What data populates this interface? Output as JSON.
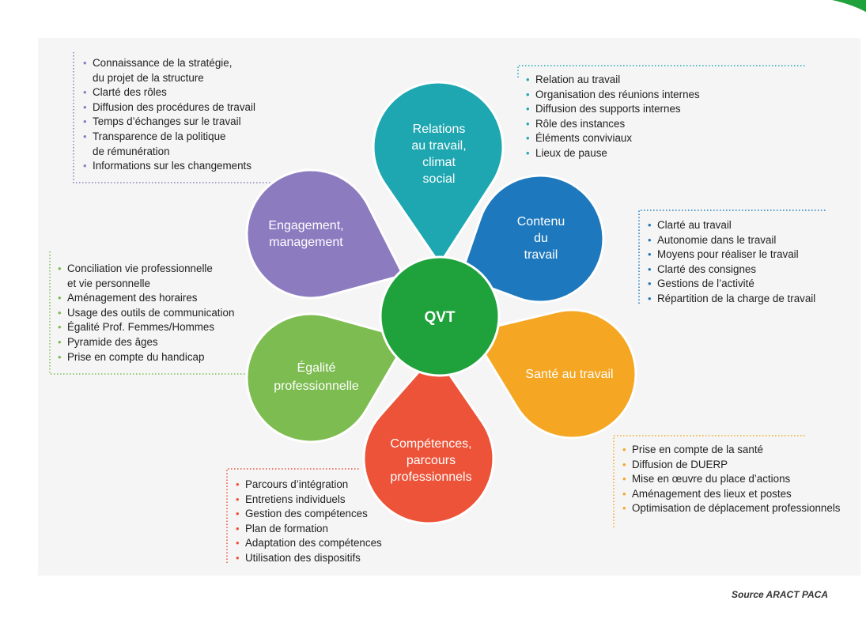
{
  "center": {
    "label": "QVT",
    "color": "#1fa13b"
  },
  "petals": [
    {
      "key": "relations",
      "color": "#1ea7b0",
      "lines": [
        "Relations",
        "au travail,",
        "climat",
        "social"
      ],
      "items": [
        "Relation au travail",
        "Organisation des réunions internes",
        "Diffusion des supports internes",
        "Rôle des instances",
        "Éléments conviviaux",
        "Lieux de pause"
      ]
    },
    {
      "key": "contenu",
      "color": "#1d78bd",
      "lines": [
        "Contenu",
        "du",
        "travail"
      ],
      "items": [
        "Clarté au travail",
        "Autonomie dans le travail",
        "Moyens pour réaliser le travail",
        "Clarté des consignes",
        "Gestions de l’activité",
        "Répartition de la charge de travail"
      ]
    },
    {
      "key": "sante",
      "color": "#f5a623",
      "lines": [
        "Santé au travail"
      ],
      "items": [
        "Prise en compte de la santé",
        "Diffusion de DUERP",
        "Mise en œuvre du place d’actions",
        "Aménagement des lieux et postes",
        "Optimisation de déplacement professionnels"
      ]
    },
    {
      "key": "competences",
      "color": "#ec5338",
      "lines": [
        "Compétences,",
        "parcours",
        "professionnels"
      ],
      "items": [
        "Parcours d’intégration",
        "Entretiens individuels",
        "Gestion des compétences",
        "Plan de formation",
        "Adaptation des compétences",
        "Utilisation des dispositifs"
      ]
    },
    {
      "key": "egalite",
      "color": "#7cbc50",
      "lines": [
        "Égalité",
        "professionnelle"
      ],
      "items": [
        "Conciliation vie professionnelle et vie personnelle",
        "Aménagement des horaires",
        "Usage des outils de communication",
        "Égalité Prof. Femmes/Hommes",
        "Pyramide des âges",
        "Prise en compte du handicap"
      ]
    },
    {
      "key": "engagement",
      "color": "#8d7bc0",
      "lines": [
        "Engagement,",
        "management"
      ],
      "items": [
        "Connaissance de la stratégie, du projet de la structure",
        "Clarté des rôles",
        "Diffusion des procédures de travail",
        "Temps d’échanges sur le travail",
        "Transparence de la politique de rémunération",
        "Informations sur les changements"
      ]
    }
  ],
  "source": "Source ARACT PACA"
}
